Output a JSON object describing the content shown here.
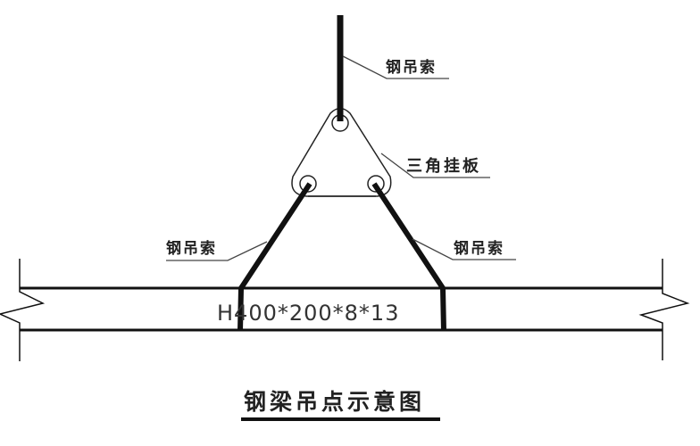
{
  "diagram": {
    "title": "钢梁吊点示意图",
    "labels": {
      "top_cable": "钢吊索",
      "triangle_plate": "三角挂板",
      "left_cable": "钢吊索",
      "right_cable": "钢吊索",
      "beam_section": "H400*200*8*13"
    },
    "colors": {
      "line": "#111111",
      "leader": "#444444",
      "background": "#ffffff"
    }
  }
}
